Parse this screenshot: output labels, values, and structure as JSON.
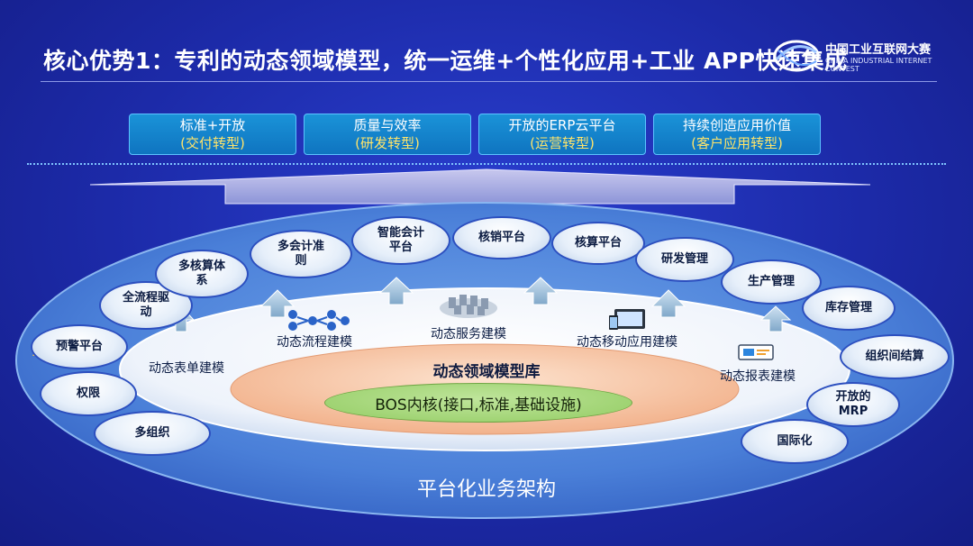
{
  "title": "核心优势1：专利的动态领域模型，统一运维+个性化应用+工业 APP快速集成",
  "logo": {
    "line1": "中国工业互联网大赛",
    "line2": "CHINA INDUSTRIAL INTERNET CONTEST"
  },
  "top_boxes": [
    {
      "main": "标准+开放",
      "sub": "(交付转型)"
    },
    {
      "main": "质量与效率",
      "sub": "(研发转型)"
    },
    {
      "main": "开放的ERP云平台",
      "sub": "(运营转型)"
    },
    {
      "main": "持续创造应用价值",
      "sub": "(客户应用转型)"
    }
  ],
  "ring_items": [
    "多组织",
    "权限",
    "预警平台",
    "全流程驱动",
    "多核算体系",
    "多会计准则",
    "智能会计平台",
    "核销平台",
    "核算平台",
    "研发管理",
    "生产管理",
    "库存管理",
    "组织间结算",
    "开放的MRP",
    "国际化"
  ],
  "modeling": {
    "form": "动态表单建模",
    "flow": "动态流程建模",
    "service": "动态服务建模",
    "mobile": "动态移动应用建模",
    "report": "动态报表建模"
  },
  "core_title": "动态领域模型库",
  "bos": "BOS内核(接口,标准,基础设施)",
  "footer": "平台化业务架构",
  "colors": {
    "background": "#1c2aa8",
    "accent_box": "#1384cc",
    "sub_text": "#ffe46a",
    "core": "#f6c6a6",
    "bos": "#93cc63"
  }
}
